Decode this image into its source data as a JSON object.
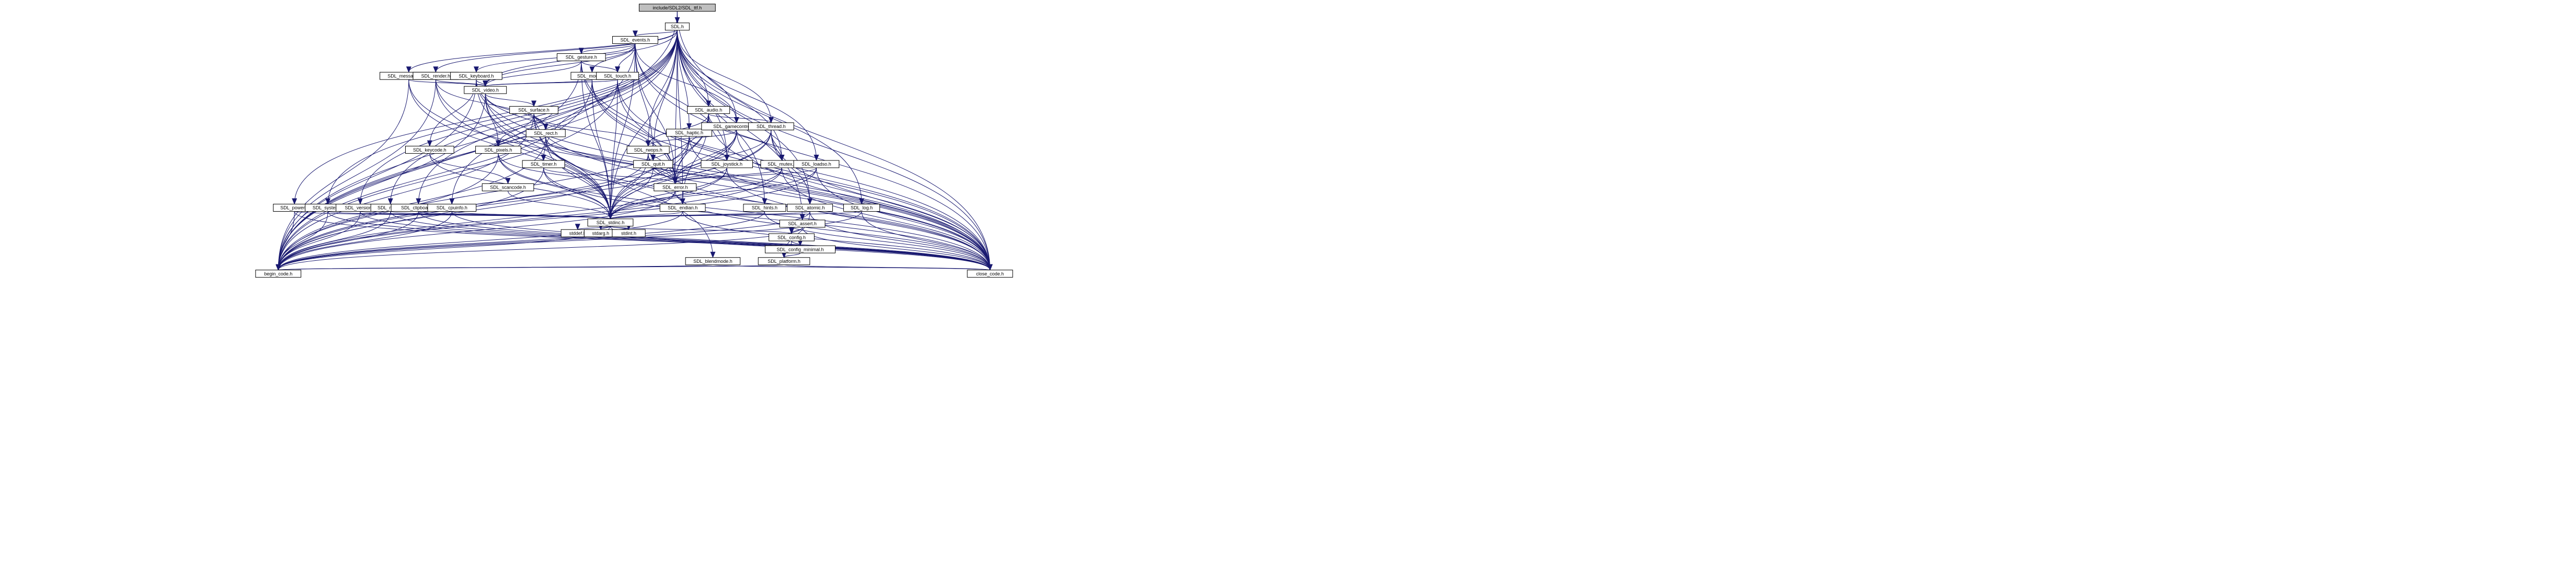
{
  "graph": {
    "edge_color": "#191970",
    "node_fill": "#ffffff",
    "node_stroke": "#000000",
    "root_fill": "#bfbfbf",
    "nodes": {
      "root": "include/SDL2/SDL_ttf.h",
      "sdl": "SDL.h",
      "begin": "begin_code.h",
      "close": "close_code.h",
      "events": "SDL_events.h",
      "gesture": "SDL_gesture.h",
      "messagebox": "SDL_messagebox.h",
      "render": "SDL_render.h",
      "keyboard": "SDL_keyboard.h",
      "mouse": "SDL_mouse.h",
      "touch": "SDL_touch.h",
      "video": "SDL_video.h",
      "surface": "SDL_surface.h",
      "audio": "SDL_audio.h",
      "haptic": "SDL_haptic.h",
      "gamecontroller": "SDL_gamecontroller.h",
      "thread": "SDL_thread.h",
      "rect": "SDL_rect.h",
      "keycode": "SDL_keycode.h",
      "pixels": "SDL_pixels.h",
      "rwops": "SDL_rwops.h",
      "timer": "SDL_timer.h",
      "quit": "SDL_quit.h",
      "joystick": "SDL_joystick.h",
      "mutex": "SDL_mutex.h",
      "loadso": "SDL_loadso.h",
      "scancode": "SDL_scancode.h",
      "error": "SDL_error.h",
      "endian": "SDL_endian.h",
      "hints": "SDL_hints.h",
      "atomic": "SDL_atomic.h",
      "log": "SDL_log.h",
      "power": "SDL_power.h",
      "system": "SDL_system.h",
      "version": "SDL_version.h",
      "main": "SDL_main.h",
      "clipboard": "SDL_clipboard.h",
      "cpuinfo": "SDL_cpuinfo.h",
      "stdinc": "SDL_stdinc.h",
      "stddef": "stddef.h",
      "stdarg": "stdarg.h",
      "stdint": "stdint.h",
      "assert": "SDL_assert.h",
      "config": "SDL_config.h",
      "config_minimal": "SDL_config_minimal.h",
      "platform": "SDL_platform.h",
      "blendmode": "SDL_blendmode.h"
    },
    "edges": [
      [
        "root",
        "sdl"
      ],
      [
        "root",
        "begin"
      ],
      [
        "root",
        "close"
      ],
      [
        "sdl",
        "events"
      ],
      [
        "sdl",
        "messagebox"
      ],
      [
        "sdl",
        "render"
      ],
      [
        "sdl",
        "video"
      ],
      [
        "sdl",
        "audio"
      ],
      [
        "sdl",
        "haptic"
      ],
      [
        "sdl",
        "gamecontroller"
      ],
      [
        "sdl",
        "thread"
      ],
      [
        "sdl",
        "rwops"
      ],
      [
        "sdl",
        "timer"
      ],
      [
        "sdl",
        "quit"
      ],
      [
        "sdl",
        "joystick"
      ],
      [
        "sdl",
        "mutex"
      ],
      [
        "sdl",
        "loadso"
      ],
      [
        "sdl",
        "error"
      ],
      [
        "sdl",
        "endian"
      ],
      [
        "sdl",
        "hints"
      ],
      [
        "sdl",
        "atomic"
      ],
      [
        "sdl",
        "log"
      ],
      [
        "sdl",
        "power"
      ],
      [
        "sdl",
        "system"
      ],
      [
        "sdl",
        "version"
      ],
      [
        "sdl",
        "main"
      ],
      [
        "sdl",
        "clipboard"
      ],
      [
        "sdl",
        "cpuinfo"
      ],
      [
        "sdl",
        "stdinc"
      ],
      [
        "sdl",
        "assert"
      ],
      [
        "sdl",
        "begin"
      ],
      [
        "sdl",
        "close"
      ],
      [
        "events",
        "gesture"
      ],
      [
        "events",
        "keyboard"
      ],
      [
        "events",
        "mouse"
      ],
      [
        "events",
        "touch"
      ],
      [
        "events",
        "video"
      ],
      [
        "events",
        "quit"
      ],
      [
        "events",
        "joystick"
      ],
      [
        "events",
        "error"
      ],
      [
        "events",
        "stdinc"
      ],
      [
        "events",
        "begin"
      ],
      [
        "events",
        "close"
      ],
      [
        "events",
        "gamecontroller"
      ],
      [
        "gesture",
        "video"
      ],
      [
        "gesture",
        "touch"
      ],
      [
        "gesture",
        "error"
      ],
      [
        "gesture",
        "stdinc"
      ],
      [
        "gesture",
        "begin"
      ],
      [
        "gesture",
        "close"
      ],
      [
        "messagebox",
        "video"
      ],
      [
        "messagebox",
        "stdinc"
      ],
      [
        "messagebox",
        "begin"
      ],
      [
        "messagebox",
        "close"
      ],
      [
        "render",
        "video"
      ],
      [
        "render",
        "rect"
      ],
      [
        "render",
        "stdinc"
      ],
      [
        "render",
        "begin"
      ],
      [
        "render",
        "close"
      ],
      [
        "keyboard",
        "video"
      ],
      [
        "keyboard",
        "keycode"
      ],
      [
        "keyboard",
        "error"
      ],
      [
        "keyboard",
        "stdinc"
      ],
      [
        "keyboard",
        "begin"
      ],
      [
        "keyboard",
        "close"
      ],
      [
        "mouse",
        "video"
      ],
      [
        "mouse",
        "error"
      ],
      [
        "mouse",
        "stdinc"
      ],
      [
        "mouse",
        "begin"
      ],
      [
        "mouse",
        "close"
      ],
      [
        "touch",
        "video"
      ],
      [
        "touch",
        "error"
      ],
      [
        "touch",
        "stdinc"
      ],
      [
        "touch",
        "begin"
      ],
      [
        "touch",
        "close"
      ],
      [
        "video",
        "surface"
      ],
      [
        "video",
        "rect"
      ],
      [
        "video",
        "pixels"
      ],
      [
        "video",
        "stdinc"
      ],
      [
        "video",
        "begin"
      ],
      [
        "video",
        "close"
      ],
      [
        "surface",
        "rect"
      ],
      [
        "surface",
        "pixels"
      ],
      [
        "surface",
        "rwops"
      ],
      [
        "surface",
        "blendmode"
      ],
      [
        "surface",
        "stdinc"
      ],
      [
        "surface",
        "begin"
      ],
      [
        "surface",
        "close"
      ],
      [
        "audio",
        "rwops"
      ],
      [
        "audio",
        "mutex"
      ],
      [
        "audio",
        "thread"
      ],
      [
        "audio",
        "endian"
      ],
      [
        "audio",
        "error"
      ],
      [
        "audio",
        "stdinc"
      ],
      [
        "audio",
        "begin"
      ],
      [
        "audio",
        "close"
      ],
      [
        "haptic",
        "joystick"
      ],
      [
        "haptic",
        "error"
      ],
      [
        "haptic",
        "stdinc"
      ],
      [
        "haptic",
        "begin"
      ],
      [
        "haptic",
        "close"
      ],
      [
        "gamecontroller",
        "joystick"
      ],
      [
        "gamecontroller",
        "rwops"
      ],
      [
        "gamecontroller",
        "error"
      ],
      [
        "gamecontroller",
        "stdinc"
      ],
      [
        "gamecontroller",
        "begin"
      ],
      [
        "gamecontroller",
        "close"
      ],
      [
        "thread",
        "mutex"
      ],
      [
        "thread",
        "atomic"
      ],
      [
        "thread",
        "error"
      ],
      [
        "thread",
        "stdinc"
      ],
      [
        "thread",
        "begin"
      ],
      [
        "thread",
        "close"
      ],
      [
        "rect",
        "pixels"
      ],
      [
        "rect",
        "error"
      ],
      [
        "rect",
        "stdinc"
      ],
      [
        "rect",
        "begin"
      ],
      [
        "rect",
        "close"
      ],
      [
        "keycode",
        "scancode"
      ],
      [
        "keycode",
        "stdinc"
      ],
      [
        "pixels",
        "endian"
      ],
      [
        "pixels",
        "stdinc"
      ],
      [
        "pixels",
        "begin"
      ],
      [
        "pixels",
        "close"
      ],
      [
        "rwops",
        "error"
      ],
      [
        "rwops",
        "stdinc"
      ],
      [
        "rwops",
        "begin"
      ],
      [
        "rwops",
        "close"
      ],
      [
        "timer",
        "error"
      ],
      [
        "timer",
        "stdinc"
      ],
      [
        "timer",
        "begin"
      ],
      [
        "timer",
        "close"
      ],
      [
        "quit",
        "error"
      ],
      [
        "quit",
        "stdinc"
      ],
      [
        "joystick",
        "error"
      ],
      [
        "joystick",
        "stdinc"
      ],
      [
        "joystick",
        "begin"
      ],
      [
        "joystick",
        "close"
      ],
      [
        "mutex",
        "error"
      ],
      [
        "mutex",
        "stdinc"
      ],
      [
        "mutex",
        "begin"
      ],
      [
        "mutex",
        "close"
      ],
      [
        "loadso",
        "error"
      ],
      [
        "loadso",
        "stdinc"
      ],
      [
        "loadso",
        "begin"
      ],
      [
        "loadso",
        "close"
      ],
      [
        "scancode",
        "stdinc"
      ],
      [
        "error",
        "stdinc"
      ],
      [
        "error",
        "begin"
      ],
      [
        "error",
        "close"
      ],
      [
        "endian",
        "stdinc"
      ],
      [
        "endian",
        "begin"
      ],
      [
        "endian",
        "close"
      ],
      [
        "hints",
        "stdinc"
      ],
      [
        "hints",
        "begin"
      ],
      [
        "hints",
        "close"
      ],
      [
        "atomic",
        "platform"
      ],
      [
        "atomic",
        "stdinc"
      ],
      [
        "atomic",
        "begin"
      ],
      [
        "atomic",
        "close"
      ],
      [
        "log",
        "stdinc"
      ],
      [
        "log",
        "begin"
      ],
      [
        "log",
        "close"
      ],
      [
        "power",
        "stdinc"
      ],
      [
        "power",
        "begin"
      ],
      [
        "power",
        "close"
      ],
      [
        "system",
        "stdinc"
      ],
      [
        "system",
        "begin"
      ],
      [
        "system",
        "close"
      ],
      [
        "version",
        "stdinc"
      ],
      [
        "version",
        "begin"
      ],
      [
        "version",
        "close"
      ],
      [
        "main",
        "stdinc"
      ],
      [
        "main",
        "begin"
      ],
      [
        "main",
        "close"
      ],
      [
        "clipboard",
        "stdinc"
      ],
      [
        "clipboard",
        "begin"
      ],
      [
        "clipboard",
        "close"
      ],
      [
        "cpuinfo",
        "stdinc"
      ],
      [
        "cpuinfo",
        "begin"
      ],
      [
        "cpuinfo",
        "close"
      ],
      [
        "stdinc",
        "config"
      ],
      [
        "stdinc",
        "stddef"
      ],
      [
        "stdinc",
        "stdarg"
      ],
      [
        "stdinc",
        "stdint"
      ],
      [
        "stdinc",
        "begin"
      ],
      [
        "stdinc",
        "close"
      ],
      [
        "assert",
        "config"
      ],
      [
        "assert",
        "begin"
      ],
      [
        "assert",
        "close"
      ],
      [
        "config",
        "platform"
      ],
      [
        "config",
        "config_minimal"
      ],
      [
        "config_minimal",
        "platform"
      ],
      [
        "platform",
        "begin"
      ],
      [
        "platform",
        "close"
      ],
      [
        "blendmode",
        "begin"
      ],
      [
        "blendmode",
        "close"
      ]
    ]
  }
}
